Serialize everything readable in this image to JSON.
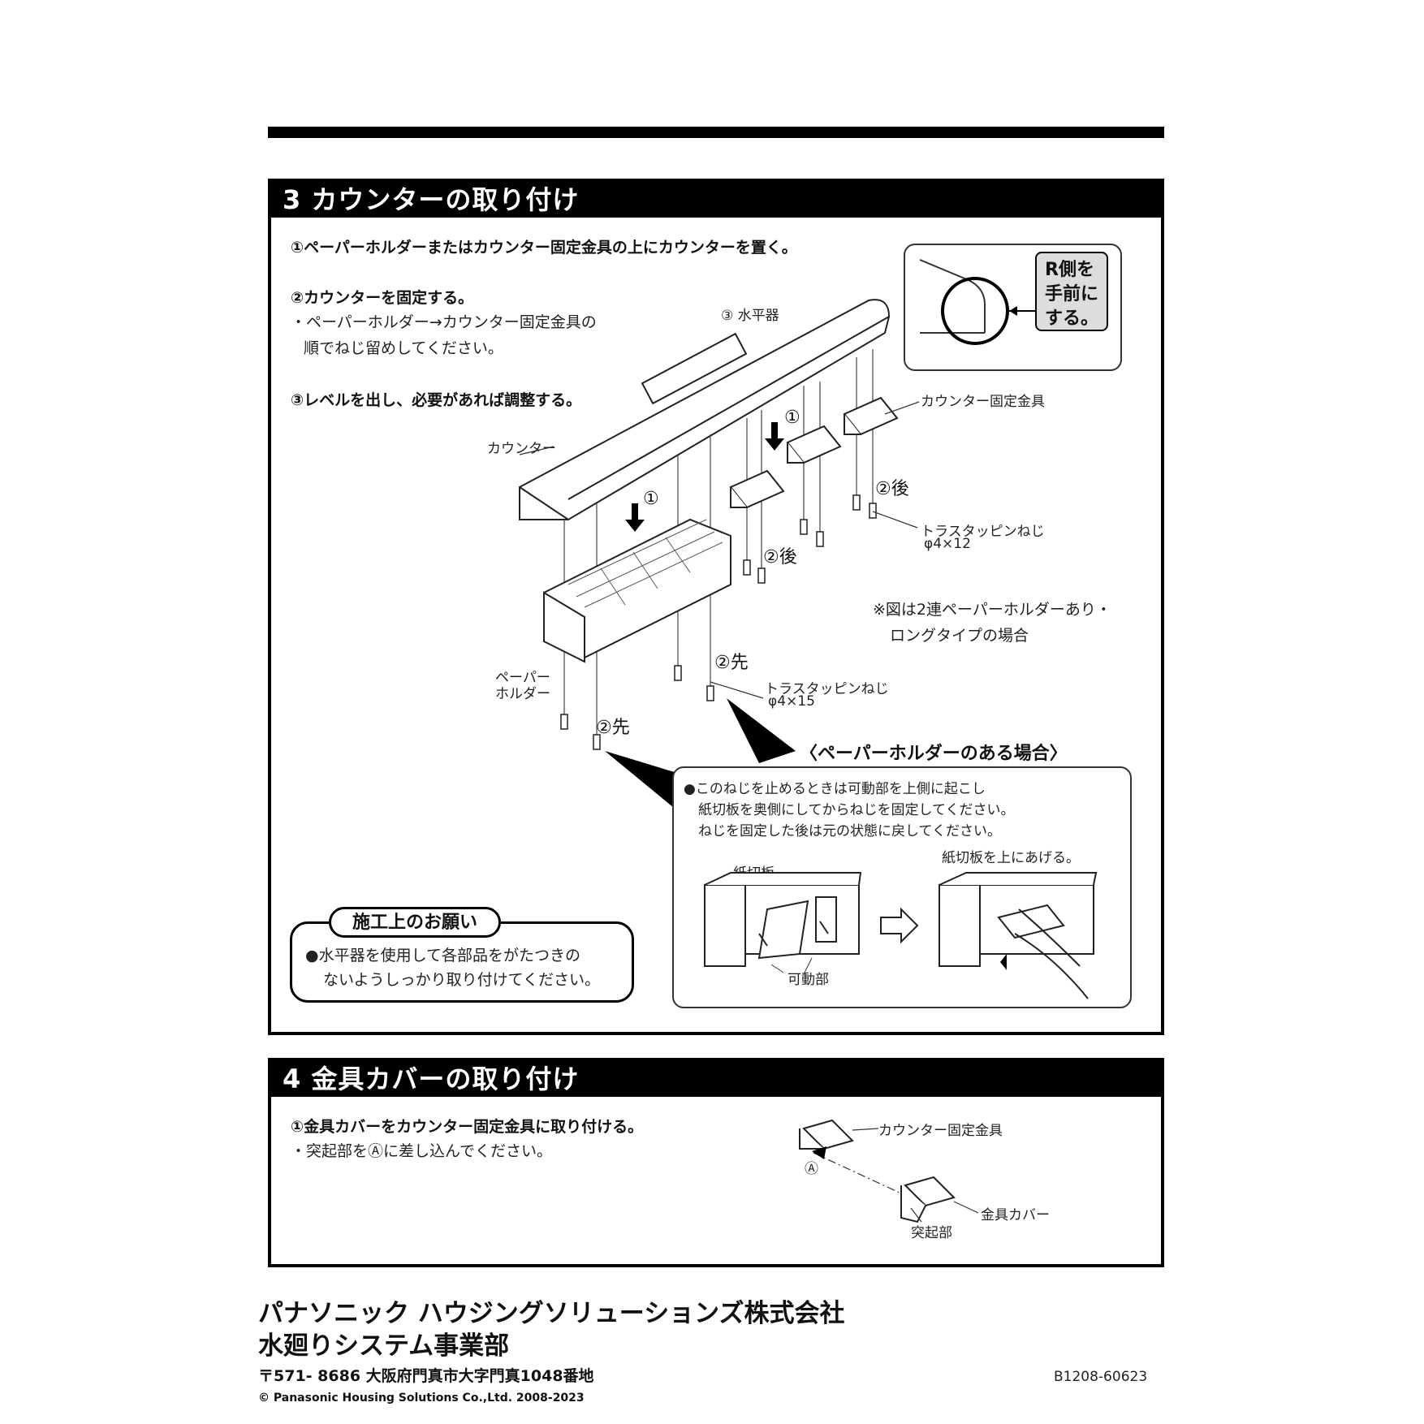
{
  "section3": {
    "title": "3  カウンターの取り付け",
    "step1": "①ペーパーホルダーまたはカウンター固定金具の上にカウンターを置く。",
    "step2": "②カウンターを固定する。",
    "step2_note1": "・ペーパーホルダー→カウンター固定金具の",
    "step2_note2": "順でねじ留めしてください。",
    "step3": "③レベルを出し、必要があれば調整する。",
    "r_side_l1": "R側を",
    "r_side_l2": "手前に",
    "r_side_l3": "する。",
    "label_level": "③ 水平器",
    "label_counter": "カウンター",
    "label_bracket": "カウンター固定金具",
    "label_down1a": "①",
    "label_down1b": "①",
    "label_back_a": "②後",
    "label_back_b": "②後",
    "label_screw12_l1": "トラスタッピンねじ",
    "label_screw12_l2": "φ4×12",
    "label_note_fig_l1": "※図は2連ペーパーホルダーあり・",
    "label_note_fig_l2": "ロングタイプの場合",
    "label_front_a": "②先",
    "label_front_b": "②先",
    "label_screw15_l1": "トラスタッピンねじ",
    "label_screw15_l2": "φ4×15",
    "label_holder_l1": "ペーパー",
    "label_holder_l2": "ホルダー",
    "callout_title": "〈ペーパーホルダーのある場合〉",
    "callout_l1": "●このねじを止めるときは可動部を上側に起こし",
    "callout_l2": "紙切板を奥側にしてからねじを固定してください。",
    "callout_l3": "ねじを固定した後は元の状態に戻してください。",
    "callout_label_plate": "紙切板",
    "callout_label_lift": "紙切板を上にあげる。",
    "callout_label_movable": "可動部",
    "request_title": "施工上のお願い",
    "request_l1": "●水平器を使用して各部品をがたつきの",
    "request_l2": "ないようしっかり取り付けてください。"
  },
  "section4": {
    "title": "4  金具カバーの取り付け",
    "step1": "①金具カバーをカウンター固定金具に取り付ける。",
    "note1": "・突起部をⒶに差し込んでください。",
    "label_bracket": "カウンター固定金具",
    "label_a": "Ⓐ",
    "label_cover": "金具カバー",
    "label_protrusion": "突起部"
  },
  "footer": {
    "company": "パナソニック ハウジングソリューションズ株式会社",
    "division": "水廻りシステム事業部",
    "address": "〒571- 8686 大阪府門真市大字門真1048番地",
    "copyright": "© Panasonic Housing Solutions Co.,Ltd. 2008-2023",
    "doc_code": "B1208-60623"
  }
}
